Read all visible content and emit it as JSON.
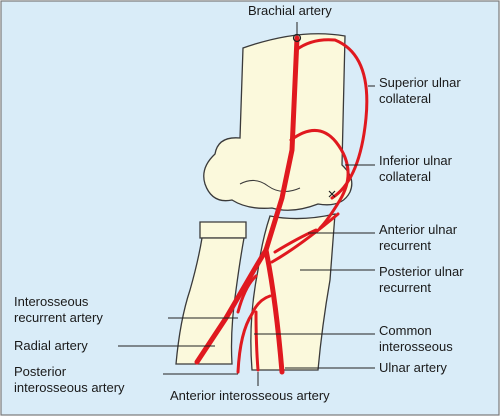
{
  "diagram": {
    "labels": {
      "brachial_artery": "Brachial artery",
      "superior_ulnar_collateral": [
        "Superior ulnar",
        "collateral"
      ],
      "inferior_ulnar_collateral": [
        "Inferior ulnar",
        "collateral"
      ],
      "anterior_ulnar_recurrent": [
        "Anterior ulnar",
        "recurrent"
      ],
      "posterior_ulnar_recurrent": [
        "Posterior ulnar",
        "recurrent"
      ],
      "interosseous_recurrent_artery": [
        "Interosseous",
        "recurrent artery"
      ],
      "radial_artery": "Radial artery",
      "common_interosseous": [
        "Common",
        "interosseous"
      ],
      "posterior_interosseous_artery": [
        "Posterior",
        "interosseous artery"
      ],
      "ulnar_artery": "Ulnar artery",
      "anterior_interosseous_artery": "Anterior interosseous artery"
    },
    "colors": {
      "background": "#d9ecf8",
      "bone": "#fbf9dc",
      "bone_outline": "#3a3a3a",
      "artery": "#e0191f",
      "leader_line": "#222222"
    }
  }
}
